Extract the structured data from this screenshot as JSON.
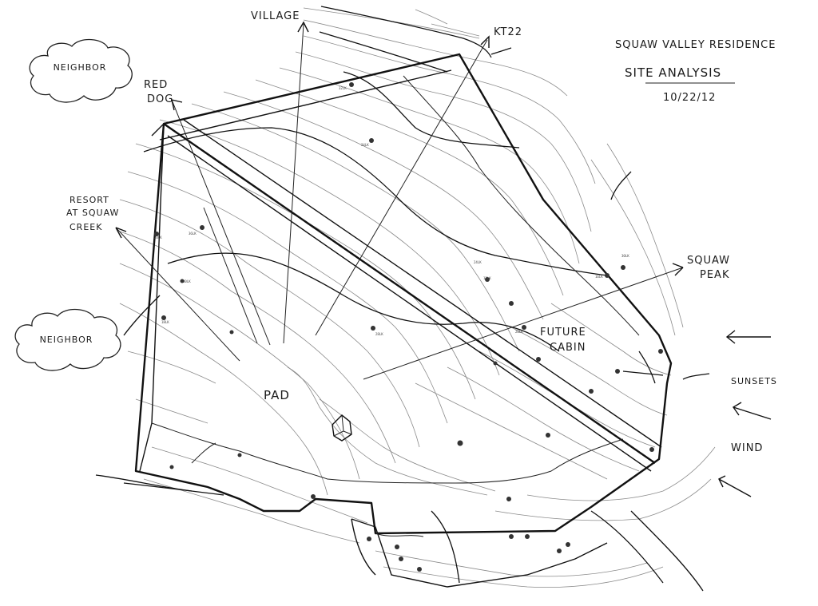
{
  "header": {
    "title": "SQUAW VALLEY RESIDENCE",
    "subtitle": "SITE ANALYSIS",
    "date": "10/22/12"
  },
  "labels": {
    "village": "VILLAGE",
    "kt22": "KT22",
    "red_dog_line1": "RED",
    "red_dog_line2": "DOG",
    "resort_line1": "RESORT",
    "resort_line2": "AT SQUAW",
    "resort_line3": "CREEK",
    "squaw_peak_line1": "SQUAW",
    "squaw_peak_line2": "PEAK",
    "future_cabin_line1": "FUTURE",
    "future_cabin_line2": "CABIN",
    "pad": "PAD",
    "sunsets": "SUNSETS",
    "wind": "WIND"
  },
  "neighbors": [
    {
      "label": "NEIGHBOR"
    },
    {
      "label": "NEIGHBOR"
    }
  ],
  "tree_tags": [
    "32LK",
    "24LK",
    "36LK",
    "20LK",
    "18LK",
    "30LK",
    "28LK",
    "24LK",
    "12LK",
    "20LK",
    "16LK",
    "30LK"
  ],
  "colors": {
    "ink": "#111111",
    "contour": "#8a8a8a",
    "paper": "#ffffff"
  }
}
